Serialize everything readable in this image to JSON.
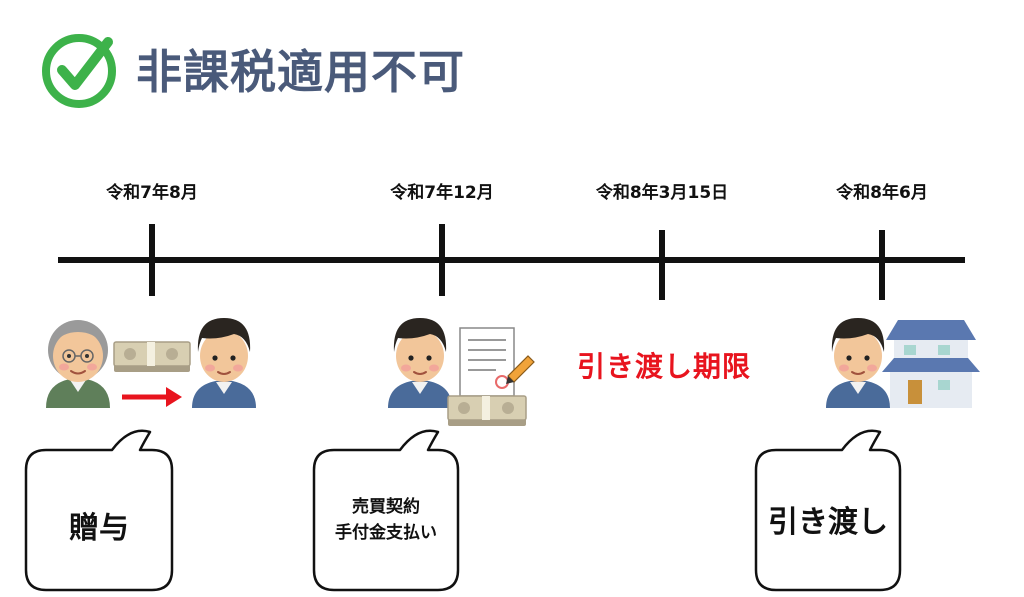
{
  "title": "非課税適用不可",
  "colors": {
    "title": "#4a5a7a",
    "check": "#3db24a",
    "axis": "#111111",
    "deadline": "#e8141e",
    "arrow": "#e8141e"
  },
  "icons": [
    "check-circle-icon",
    "elderly-person-icon",
    "money-bundle-icon",
    "person-icon",
    "contract-document-icon",
    "house-icon"
  ],
  "timeline": {
    "dates": [
      "令和7年8月",
      "令和7年12月",
      "令和8年3月15日",
      "令和8年6月"
    ]
  },
  "deadline_label": "引き渡し期限",
  "bubbles": {
    "gift": "贈与",
    "contract_line1": "売買契約",
    "contract_line2": "手付金支払い",
    "handover": "引き渡し"
  }
}
